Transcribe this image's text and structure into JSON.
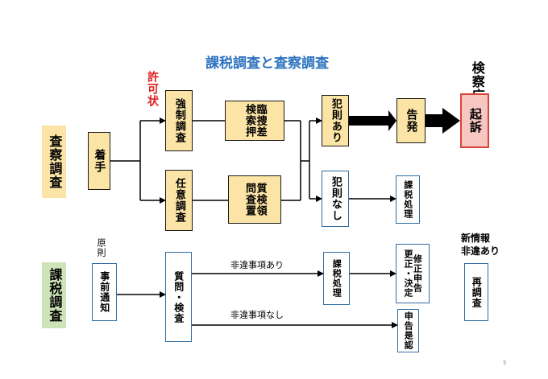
{
  "title": "課税調査と査察調査",
  "labels": {
    "kensatsucho": "検察庁",
    "kyokajo": "許可状",
    "gensoku": "原則",
    "ihan_ari": "非違事項あり",
    "ihan_nashi": "非違事項なし",
    "shinjoho": "新情報\n非違あり",
    "page_number": "5"
  },
  "nodes": {
    "sasatsu_chosa": "査察調査",
    "kazei_chosa": "課税調査",
    "chakushu": "着手",
    "kyosei_chosa": "強制調査",
    "nin_i_chosa": "任意調査",
    "rinken_sosaku_sa_oshi": "臨捜差\n検索押",
    "shitsumon_kensa_ryochi": "質検領\n問査置",
    "hansoku_ari": "犯則あり",
    "hansoku_nashi": "犯則なし",
    "kokuhatsu": "告発",
    "kiso": "起訴",
    "kazei_shori_1": "課税処理",
    "jizen_tsuchi": "事前通知",
    "shitsumon_kensa": "質問・検査",
    "kazei_shori_2": "課税処理",
    "shusei_shinkoku": "修正申告\n更正・決定",
    "shinkoku_zenin": "申告是認",
    "sai_chosa": "再調査"
  },
  "colors": {
    "title": "#2e74c0",
    "kyokajo": "#e02020",
    "yellow_fill": "#fbe4a6",
    "blue_border": "#2e6da4",
    "red_fill": "#f7c6c0",
    "red_border": "#d6453b",
    "green_fill": "#cfe3b8",
    "label_yellow": "#fbe4a6"
  }
}
